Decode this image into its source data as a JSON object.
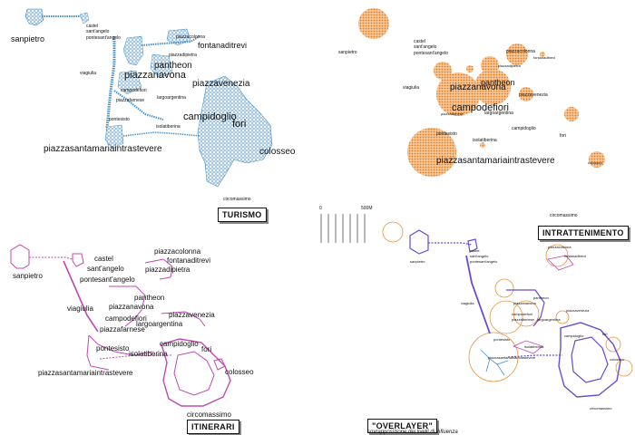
{
  "panels": {
    "turismo": {
      "title": "TURISMO",
      "color": "#4a90c8",
      "labels": {
        "sanpietro": "sanpietro",
        "castel": "castel",
        "santangelo": "sant'angelo",
        "pontesantangelo": "pontesant'angelo",
        "piazzacolonna": "piazzacolonna",
        "fontanaditrevi": "fontanaditrevi",
        "piazzadipietra": "piazzadipietra",
        "pantheon": "pantheon",
        "piazzanavona": "piazzanavona",
        "viagiulia": "viagiulia",
        "piazzavenezia": "piazzavenezia",
        "campodefiori": "campodefiori",
        "piazzafarnese": "piazzafarnese",
        "largoargentina": "largoargentina",
        "campidoglio": "campidoglio",
        "fori": "fori",
        "pontesisto": "pontesisto",
        "isolatiberina": "isolatiberina",
        "piazzasantamaria": "piazzasantamariaintrastevere",
        "colosseo": "colosseo",
        "circomassimo": "circomassimo"
      }
    },
    "intrattenimento": {
      "title": "INTRATTENIMENTO",
      "color": "#e8923a",
      "labels": {
        "sanpietro": "sanpietro",
        "castel": "castel",
        "santangelo": "sant'angelo",
        "pontesantangelo": "pontesant'angelo",
        "piazzacolonna": "piazzacolonna",
        "fontanaditrevi": "fontanaditrevi",
        "piazzadipietra": "piazzadipietra",
        "pantheon": "pantheon",
        "piazzanavona": "piazzanavona",
        "viagiulia": "viagiulia",
        "piazzavenezia": "piazzavenezia",
        "campodefiori": "campodefiori",
        "piazzafarnese": "piazzafarnese",
        "largoargentina": "largoargentina",
        "campidoglio": "campidoglio",
        "fori": "fori",
        "pontesisto": "pontesisto",
        "isolatiberina": "isolatiberina",
        "piazzasantamaria": "piazzasantamariaintrastevere",
        "colosseo": "colosseo",
        "circomassimo": "circomassimo"
      }
    },
    "itinerari": {
      "title": "ITINERARI",
      "color": "#c04ab0",
      "labels": {
        "sanpietro": "sanpietro",
        "castel": "castel",
        "santangelo": "sant'angelo",
        "pontesantangelo": "pontesant'angelo",
        "piazzacolonna": "piazzacolonna",
        "fontanaditrevi": "fontanaditrevi",
        "piazzadipietra": "piazzadipietra",
        "pantheon": "pantheon",
        "piazzanavona": "piazzanavona",
        "viagiulia": "viagiulia",
        "piazzavenezia": "piazzavenezia",
        "campodefiori": "campodefiori",
        "piazzafarnese": "piazzafarnese",
        "largoargentina": "largoargentina",
        "campidoglio": "campidoglio",
        "fori": "fori",
        "pontesisto": "pontesisto",
        "isolatiberina": "isolatiberina",
        "piazzasantamaria": "piazzasantamariaintrastevere",
        "colosseo": "colosseo",
        "circomassimo": "circomassimo"
      }
    },
    "overlayer": {
      "title": "\"OVERLAYER\"",
      "subtitle": "sovrapposizione dei livelli di influenza",
      "labels": {
        "sanpietro": "sanpietro",
        "castel": "castel",
        "santangelo": "sant'angelo",
        "pontesantangelo": "pontesant'angelo",
        "piazzacolonna": "piazzacolonna",
        "fontanaditrevi": "fontanaditrevi",
        "pantheon": "pantheon",
        "piazzanavona": "piazzanavona",
        "viagiulia": "viagiulia",
        "piazzavenezia": "piazzavenezia",
        "campodefiori": "campodefiori",
        "piazzafarnese": "piazzafarnese",
        "largoargentina": "largoargentina",
        "campidoglio": "campidoglio",
        "fori": "fori",
        "pontesisto": "pontesisto",
        "isolatiberina": "isolatiberina",
        "piazzasantamaria": "piazzasantamariaintrastevere",
        "colosseo": "colosseo",
        "circomassimo": "circomassimo"
      }
    }
  },
  "scale": {
    "start": "0",
    "end": "500M"
  }
}
